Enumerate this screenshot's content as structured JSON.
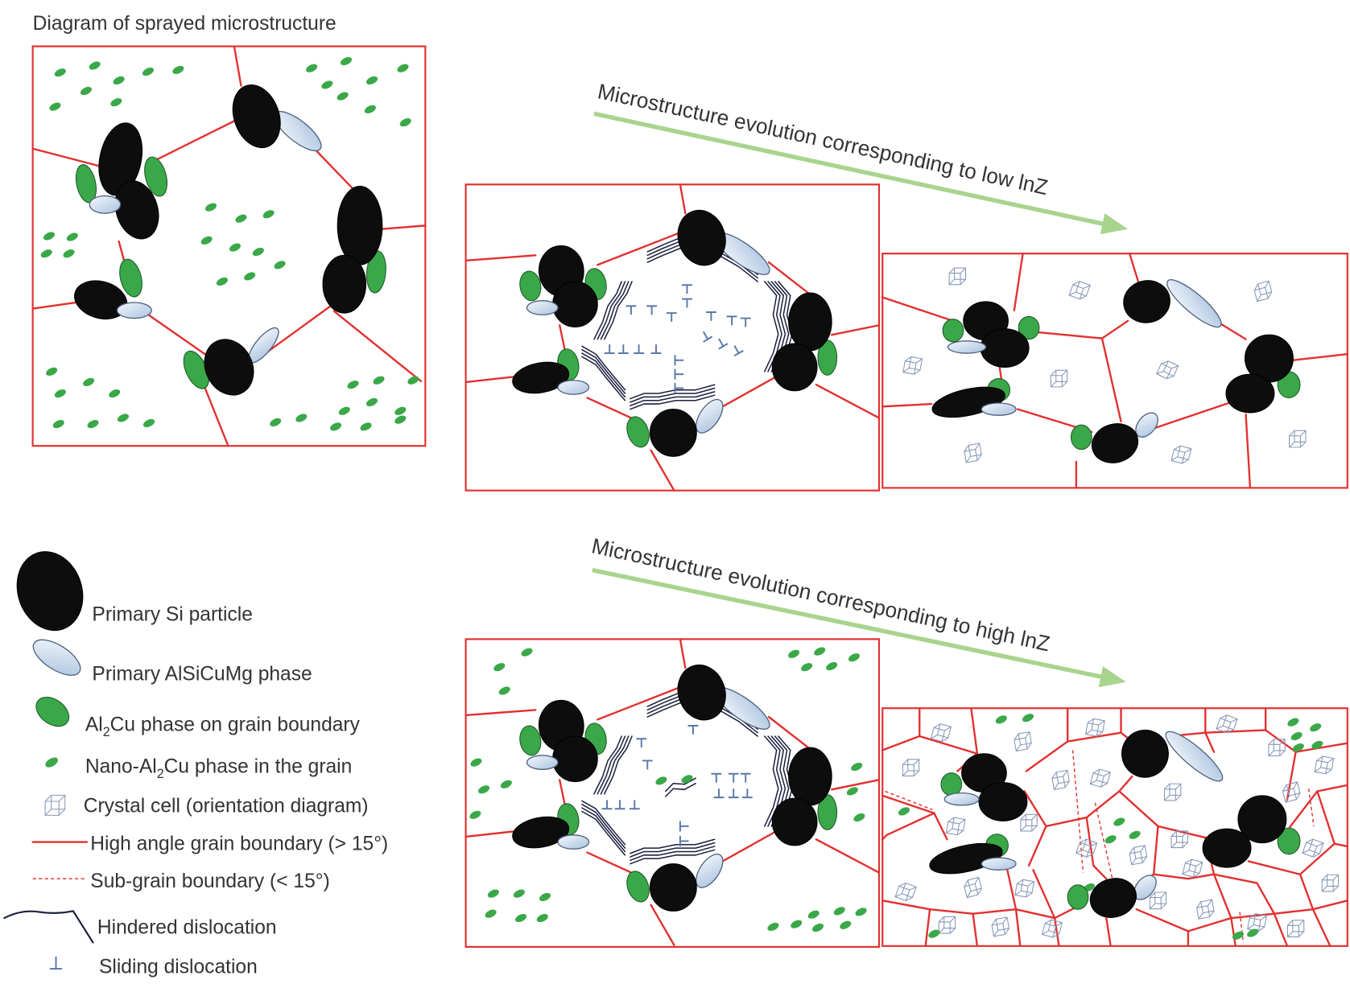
{
  "title": "Diagram of sprayed microstructure",
  "arrows": {
    "low": "Microstructure evolution corresponding to low lnZ",
    "high": "Microstructure evolution corresponding to high lnZ"
  },
  "legend": {
    "si_particle": "Primary Si particle",
    "alsicumg": "Primary AlSiCuMg phase",
    "al2cu_boundary": {
      "pre": "Al",
      "sub": "2",
      "post": "Cu phase on grain boundary"
    },
    "nano_al2cu": {
      "pre": "Nano-Al",
      "sub": "2",
      "post": "Cu phase in the grain"
    },
    "crystal_cell": "Crystal cell (orientation diagram)",
    "high_angle_boundary": "High angle grain boundary (> 15°)",
    "sub_grain_boundary": "Sub-grain boundary (< 15°)",
    "hindered_dislocation": "Hindered dislocation",
    "sliding_dislocation": "Sliding dislocation"
  },
  "icons": {
    "si_particle": "black-ellipse",
    "alsicumg": "light-blue-ellipse",
    "al2cu_boundary": "green-ellipse",
    "nano_al2cu": "small-green-ellipse",
    "crystal_cell": "wireframe-cube-icon",
    "high_angle_boundary": "solid-red-line",
    "sub_grain_boundary": "dashed-red-line",
    "hindered_dislocation": "wavy-dark-line",
    "sliding_dislocation": "inverted-t-symbol"
  },
  "colors": {
    "grain_boundary": "#e2302f",
    "si_particle": "#0d0d0d",
    "alsicumg": "#a9c2de",
    "al2cu": "#3aa848",
    "crystal_cell": "#8898b8",
    "hindered": "#1c1f3f",
    "sliding": "#5878a8",
    "arrow": "#a9d48e",
    "text": "#333333"
  }
}
